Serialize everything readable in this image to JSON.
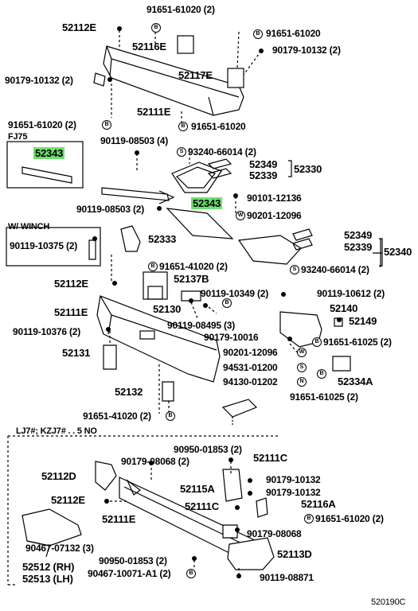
{
  "diagram": {
    "header_parts": {
      "p91651_61020_2_top": "91651-61020 (2)",
      "p52112E_top": "52112E",
      "p91651_61020_r1": "91651-61020",
      "p52116E": "52116E",
      "p90179_10132_2_r": "90179-10132 (2)",
      "p90179_10132_2_l": "90179-10132 (2)",
      "p52117E": "52117E",
      "p52111E_top": "52111E",
      "p91651_61020_2_l": "91651-61020 (2)",
      "p91651_61020_r2": "91651-61020"
    },
    "fj75_section": {
      "title": "FJ75",
      "part": "52343"
    },
    "mid_parts": {
      "p90119_08503_4": "90119-08503 (4)",
      "p93240_66014_2_top": "93240-66014 (2)",
      "p52349_top": "52349",
      "p52339_top": "52339",
      "p52330": "52330",
      "p52343_mid": "52343",
      "p90101_12136": "90101-12136",
      "p90119_08503_2": "90119-08503 (2)",
      "p90201_12096": "90201-12096",
      "p52349_r": "52349",
      "p52339_r": "52339",
      "p52340": "52340",
      "p52333": "52333",
      "p93240_66014_2_r": "93240-66014 (2)",
      "p91651_41020_2_mid": "91651-41020 (2)",
      "p52137B": "52137B",
      "p52112E_mid": "52112E",
      "p90119_10349_2": "90119-10349 (2)",
      "p90119_10612_2": "90119-10612 (2)",
      "p52111E_mid": "52111E",
      "p52130": "52130",
      "p52140": "52140",
      "p90119_08495_3": "90119-08495 (3)",
      "p52149": "52149",
      "p90119_10376_2": "90119-10376 (2)",
      "p90179_10016": "90179-10016",
      "p91651_61025_2_a": "91651-61025 (2)",
      "p90201_12096_b": "90201-12096",
      "p52131": "52131",
      "p94531_01200": "94531-01200",
      "p94130_01202": "94130-01202",
      "p52334A": "52334A",
      "p52132": "52132",
      "p91651_61025_2_b": "91651-61025 (2)",
      "p91651_41020_2_bot": "91651-41020 (2)"
    },
    "winch_section": {
      "title": "W/ WINCH",
      "part": "90119-10375 (2)"
    },
    "lower_section": {
      "title": "LJ7#; KZJ7# . . 5 NO",
      "p90950_01853_2_top": "90950-01853 (2)",
      "p90179_08068_2": "90179-08068 (2)",
      "p52111C_top": "52111C",
      "p52112D": "52112D",
      "p90179_10132_a": "90179-10132",
      "p52115A": "52115A",
      "p90179_10132_b": "90179-10132",
      "p52112E_low": "52112E",
      "p52111C_low": "52111C",
      "p52116A": "52116A",
      "p52111E_low": "52111E",
      "p91651_61020_2_low": "91651-61020 (2)",
      "p90179_08068": "90179-08068",
      "p90467_07132_3": "90467-07132 (3)",
      "p52113D": "52113D",
      "p90950_01853_2_bot": "90950-01853 (2)",
      "p52512": "52512 (RH)",
      "p52513": "52513 (LH)",
      "p90467_10071": "90467-10071-A1 (2)",
      "p90119_08871": "90119-08871"
    },
    "drawing_code": "520190C",
    "marker_letters": {
      "b": "B",
      "s": "S",
      "w": "W",
      "n": "N"
    },
    "colors": {
      "highlight": "#6ee06e",
      "ink": "#000000"
    }
  }
}
